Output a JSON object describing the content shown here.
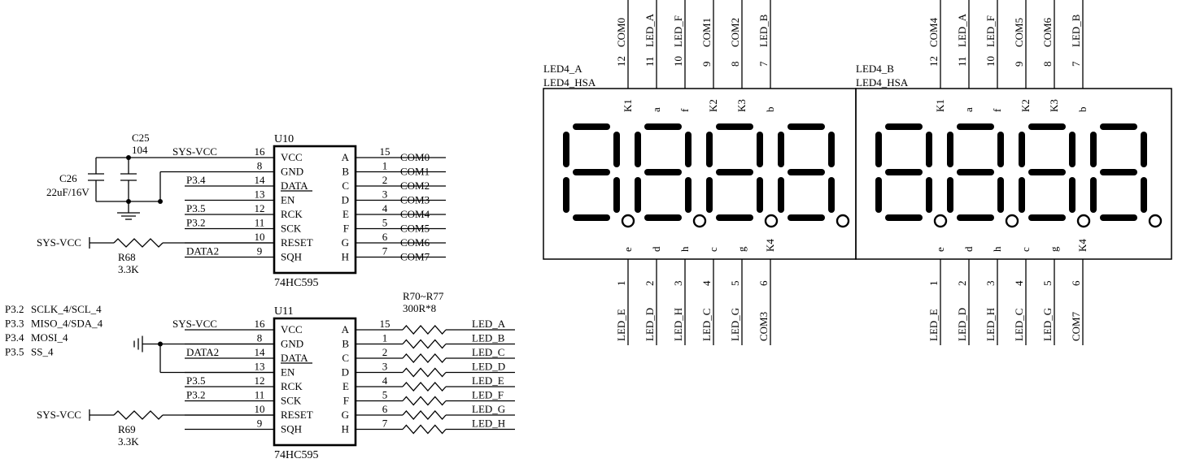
{
  "left": {
    "c25": {
      "ref": "C25",
      "value": "104"
    },
    "c26": {
      "ref": "C26",
      "value": "22uF/16V"
    },
    "u10": {
      "ref": "U10",
      "part": "74HC595",
      "left_pins": [
        {
          "num": "16",
          "name": "VCC",
          "net": "SYS-VCC"
        },
        {
          "num": "8",
          "name": "GND",
          "net": ""
        },
        {
          "num": "14",
          "name": "DATA",
          "net": "P3.4"
        },
        {
          "num": "13",
          "name": "EN",
          "net": ""
        },
        {
          "num": "12",
          "name": "RCK",
          "net": "P3.5"
        },
        {
          "num": "11",
          "name": "SCK",
          "net": "P3.2"
        },
        {
          "num": "10",
          "name": "RESET",
          "net": ""
        },
        {
          "num": "9",
          "name": "SQH",
          "net": "DATA2"
        }
      ],
      "right_pins": [
        {
          "num": "15",
          "name": "A",
          "net": "COM0"
        },
        {
          "num": "1",
          "name": "B",
          "net": "COM1"
        },
        {
          "num": "2",
          "name": "C",
          "net": "COM2"
        },
        {
          "num": "3",
          "name": "D",
          "net": "COM3"
        },
        {
          "num": "4",
          "name": "E",
          "net": "COM4"
        },
        {
          "num": "5",
          "name": "F",
          "net": "COM5"
        },
        {
          "num": "6",
          "name": "G",
          "net": "COM6"
        },
        {
          "num": "7",
          "name": "H",
          "net": "COM7"
        }
      ],
      "reset_net": "SYS-VCC",
      "resistor": {
        "ref": "R68",
        "value": "3.3K"
      }
    },
    "pin_map": [
      {
        "pin": "P3.2",
        "func": "SCLK_4/SCL_4"
      },
      {
        "pin": "P3.3",
        "func": "MISO_4/SDA_4"
      },
      {
        "pin": "P3.4",
        "func": "MOSI_4"
      },
      {
        "pin": "P3.5",
        "func": "SS_4"
      }
    ],
    "u11": {
      "ref": "U11",
      "part": "74HC595",
      "left_pins": [
        {
          "num": "16",
          "name": "VCC",
          "net": "SYS-VCC"
        },
        {
          "num": "8",
          "name": "GND",
          "net": ""
        },
        {
          "num": "14",
          "name": "DATA",
          "net": "DATA2"
        },
        {
          "num": "13",
          "name": "EN",
          "net": ""
        },
        {
          "num": "12",
          "name": "RCK",
          "net": "P3.5"
        },
        {
          "num": "11",
          "name": "SCK",
          "net": "P3.2"
        },
        {
          "num": "10",
          "name": "RESET",
          "net": ""
        },
        {
          "num": "9",
          "name": "SQH",
          "net": ""
        }
      ],
      "right_pins": [
        {
          "num": "15",
          "name": "A",
          "net": "LED_A"
        },
        {
          "num": "1",
          "name": "B",
          "net": "LED_B"
        },
        {
          "num": "2",
          "name": "C",
          "net": "LED_C"
        },
        {
          "num": "3",
          "name": "D",
          "net": "LED_D"
        },
        {
          "num": "4",
          "name": "E",
          "net": "LED_E"
        },
        {
          "num": "5",
          "name": "F",
          "net": "LED_F"
        },
        {
          "num": "6",
          "name": "G",
          "net": "LED_G"
        },
        {
          "num": "7",
          "name": "H",
          "net": "LED_H"
        }
      ],
      "reset_net": "SYS-VCC",
      "resistor": {
        "ref": "R69",
        "value": "3.3K"
      },
      "res_array": {
        "ref": "R70~R77",
        "value": "300R*8"
      }
    }
  },
  "displays": [
    {
      "name": "LED4_A",
      "part": "LED4_HSA",
      "top_pins": [
        {
          "num": "12",
          "net": "COM0",
          "seg": "K1"
        },
        {
          "num": "11",
          "net": "LED_A",
          "seg": "a"
        },
        {
          "num": "10",
          "net": "LED_F",
          "seg": "f"
        },
        {
          "num": "9",
          "net": "COM1",
          "seg": "K2"
        },
        {
          "num": "8",
          "net": "COM2",
          "seg": "K3"
        },
        {
          "num": "7",
          "net": "LED_B",
          "seg": "b"
        }
      ],
      "bottom_pins": [
        {
          "num": "1",
          "net": "LED_E",
          "seg": "e"
        },
        {
          "num": "2",
          "net": "LED_D",
          "seg": "d"
        },
        {
          "num": "3",
          "net": "LED_H",
          "seg": "h"
        },
        {
          "num": "4",
          "net": "LED_C",
          "seg": "c"
        },
        {
          "num": "5",
          "net": "LED_G",
          "seg": "g"
        },
        {
          "num": "6",
          "net": "COM3",
          "seg": "K4"
        }
      ]
    },
    {
      "name": "LED4_B",
      "part": "LED4_HSA",
      "top_pins": [
        {
          "num": "12",
          "net": "COM4",
          "seg": "K1"
        },
        {
          "num": "11",
          "net": "LED_A",
          "seg": "a"
        },
        {
          "num": "10",
          "net": "LED_F",
          "seg": "f"
        },
        {
          "num": "9",
          "net": "COM5",
          "seg": "K2"
        },
        {
          "num": "8",
          "net": "COM6",
          "seg": "K3"
        },
        {
          "num": "7",
          "net": "LED_B",
          "seg": "b"
        }
      ],
      "bottom_pins": [
        {
          "num": "1",
          "net": "LED_E",
          "seg": "e"
        },
        {
          "num": "2",
          "net": "LED_D",
          "seg": "d"
        },
        {
          "num": "3",
          "net": "LED_H",
          "seg": "h"
        },
        {
          "num": "4",
          "net": "LED_C",
          "seg": "c"
        },
        {
          "num": "5",
          "net": "LED_G",
          "seg": "g"
        },
        {
          "num": "6",
          "net": "COM7",
          "seg": "K4"
        }
      ]
    }
  ]
}
